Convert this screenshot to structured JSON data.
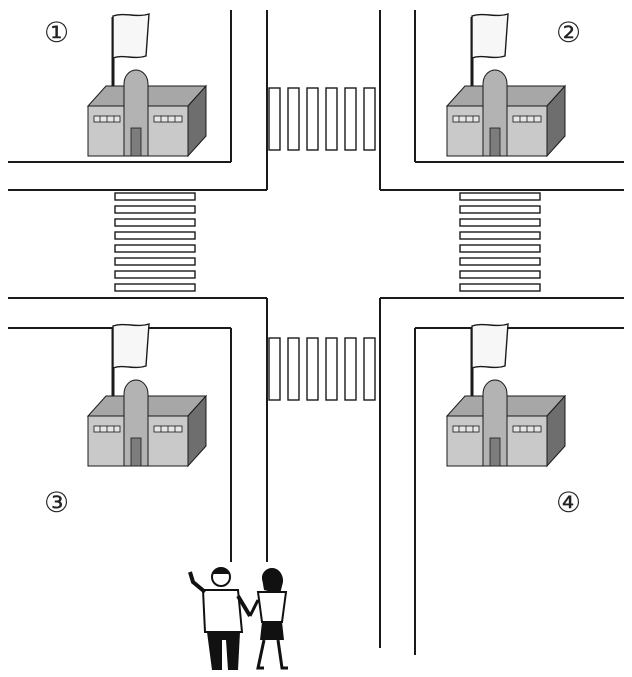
{
  "labels": {
    "one": "①",
    "two": "②",
    "three": "③",
    "four": "④"
  },
  "colors": {
    "line": "#1a1a1a",
    "building_light": "#c9c9c9",
    "building_mid": "#a7a7a7",
    "building_dark": "#6e6e6e",
    "flag": "#f7f7f7",
    "people": "#111111"
  },
  "icons": {
    "building": "school-building-icon",
    "flag": "flag-icon",
    "people": "pedestrians-icon"
  }
}
